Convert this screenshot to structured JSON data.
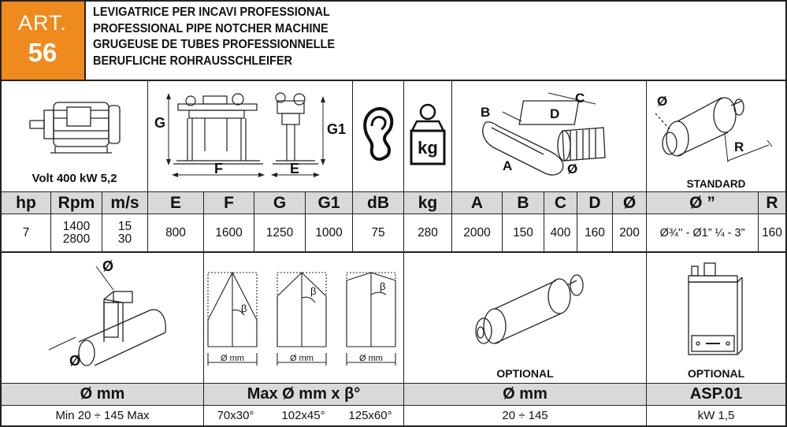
{
  "header": {
    "art_label": "ART.",
    "art_number": "56",
    "titles": [
      "LEVIGATRICE PER INCAVI PROFESSIONAL",
      "PROFESSIONAL PIPE NOTCHER MACHINE",
      "GRUGEUSE DE TUBES PROFESSIONNELLE",
      "BERUFLICHE ROHRAUSSCHLEIFER"
    ],
    "accent_color": "#ef8a1e"
  },
  "diagram_labels": {
    "motor": "Volt 400 kW 5,2",
    "g": "G",
    "f": "F",
    "e": "E",
    "g1": "G1",
    "kg": "kg",
    "a": "A",
    "b": "B",
    "c": "C",
    "d": "D",
    "diam": "Ø",
    "r": "R",
    "standard": "STANDARD"
  },
  "spec_table": {
    "headers": [
      "hp",
      "Rpm",
      "m/s",
      "E",
      "F",
      "G",
      "G1",
      "dB",
      "kg",
      "A",
      "B",
      "C",
      "D",
      "Ø",
      "Ø ”",
      "R"
    ],
    "values": [
      [
        "7"
      ],
      [
        "1400",
        "2800"
      ],
      [
        "15",
        "30"
      ],
      [
        "800"
      ],
      [
        "1600"
      ],
      [
        "1250"
      ],
      [
        "1000"
      ],
      [
        "75"
      ],
      [
        "280"
      ],
      [
        "2000"
      ],
      [
        "150"
      ],
      [
        "400"
      ],
      [
        "160"
      ],
      [
        "200"
      ],
      [
        "Ø¾'' - Ø1” ¼ - 3”"
      ],
      [
        "160"
      ]
    ]
  },
  "bottom": {
    "tube_diam": "Ø",
    "angle_mm_labels": [
      "Ø mm",
      "Ø mm",
      "Ø mm"
    ],
    "beta": "β",
    "optional_1": "OPTIONAL",
    "optional_2": "OPTIONAL",
    "headers": [
      "Ø mm",
      "Max Ø mm x β°",
      "Ø mm",
      "ASP.01"
    ],
    "values": {
      "col1": "Min 20 ÷ 145 Max",
      "col2": [
        "70x30°",
        "102x45°",
        "125x60°"
      ],
      "col3": "20 ÷ 145",
      "col4": "kW 1,5"
    }
  }
}
